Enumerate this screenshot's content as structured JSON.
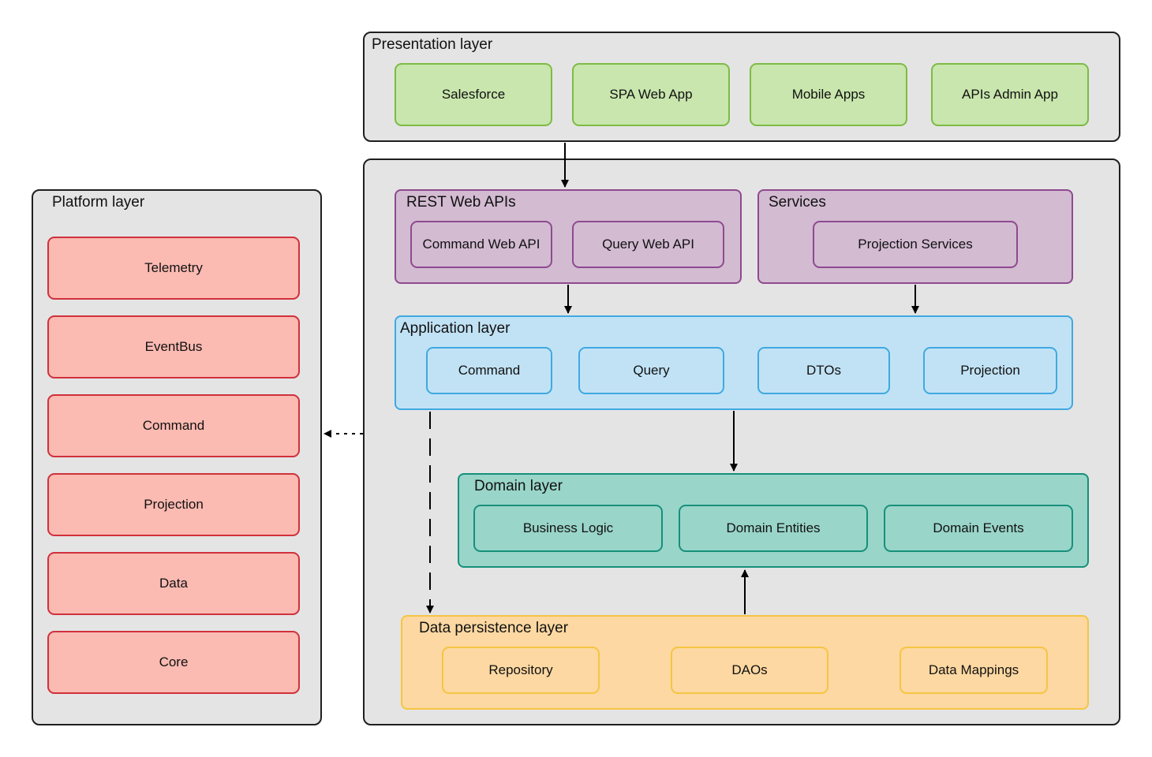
{
  "presentation": {
    "title": "Presentation layer",
    "items": [
      "Salesforce",
      "SPA Web App",
      "Mobile Apps",
      "APIs Admin App"
    ]
  },
  "platform": {
    "title": "Platform layer",
    "items": [
      "Telemetry",
      "EventBus",
      "Command",
      "Projection",
      "Data",
      "Core"
    ]
  },
  "rest": {
    "title": "REST Web APIs",
    "items": [
      "Command Web API",
      "Query Web API"
    ]
  },
  "services": {
    "title": "Services",
    "items": [
      "Projection Services"
    ]
  },
  "application": {
    "title": "Application layer",
    "items": [
      "Command",
      "Query",
      "DTOs",
      "Projection"
    ]
  },
  "domain": {
    "title": "Domain layer",
    "items": [
      "Business Logic",
      "Domain Entities",
      "Domain Events"
    ]
  },
  "persistence": {
    "title": "Data persistence layer",
    "items": [
      "Repository",
      "DAOs",
      "Data Mappings"
    ]
  },
  "colors": {
    "presentation_fill": "#c8e6ad",
    "presentation_border": "#7dbb45",
    "platform_fill": "#fbbab2",
    "platform_border": "#d0313c",
    "api_fill": "#d3bbd2",
    "api_border": "#8e4a8f",
    "application_fill": "#c1e2f5",
    "application_border": "#3fa9e0",
    "domain_fill": "#99d5c9",
    "domain_border": "#17907b",
    "persistence_fill": "#fdd8a2",
    "persistence_border": "#f5c542",
    "container_fill": "#e4e4e4"
  }
}
